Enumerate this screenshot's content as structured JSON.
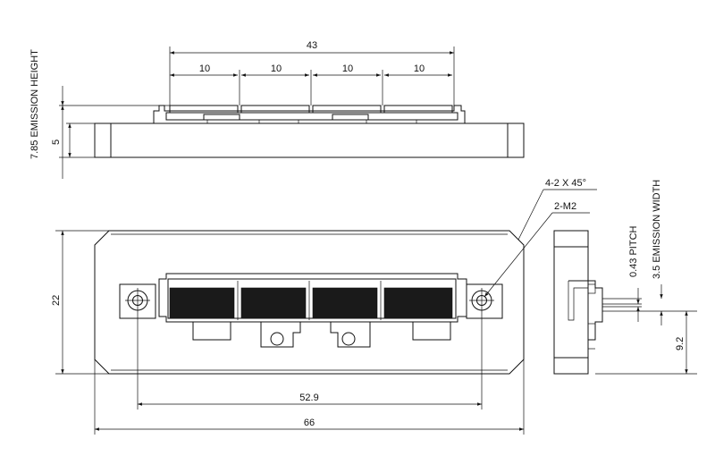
{
  "dimensions": {
    "top_total": "43",
    "pitch_1": "10",
    "pitch_2": "10",
    "pitch_3": "10",
    "pitch_4": "10",
    "emission_height": "7.85 EMISSION HEIGHT",
    "body_height": "5",
    "width": "22",
    "hole_spacing": "52.9",
    "overall_length": "66",
    "chamfer": "4-2 X 45°",
    "mount_holes": "2-M2",
    "pitch": "0.43 PITCH",
    "emission_width": "3.5 EMISSION WIDTH",
    "side_height": "9.2"
  },
  "colors": {
    "line": "#111111",
    "emitter": "#1a1a1a",
    "background": "#ffffff"
  }
}
